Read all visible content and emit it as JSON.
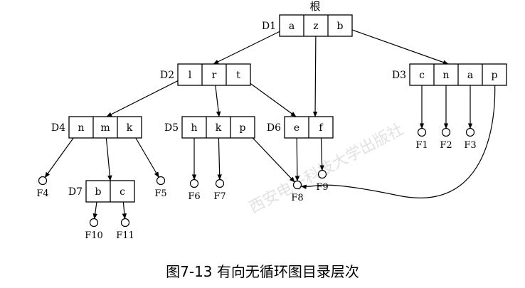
{
  "root_label": "根",
  "caption": "图7-13 有向无循环图目录层次",
  "watermark": "西安电子科技大学出版社",
  "directories": [
    {
      "id": "D1",
      "entries": [
        "a",
        "z",
        "b"
      ]
    },
    {
      "id": "D2",
      "entries": [
        "l",
        "r",
        "t"
      ]
    },
    {
      "id": "D3",
      "entries": [
        "c",
        "n",
        "a",
        "p"
      ]
    },
    {
      "id": "D4",
      "entries": [
        "n",
        "m",
        "k"
      ]
    },
    {
      "id": "D5",
      "entries": [
        "h",
        "k",
        "p"
      ]
    },
    {
      "id": "D6",
      "entries": [
        "e",
        "f"
      ]
    },
    {
      "id": "D7",
      "entries": [
        "b",
        "c"
      ]
    }
  ],
  "files": [
    "F1",
    "F2",
    "F3",
    "F4",
    "F5",
    "F6",
    "F7",
    "F8",
    "F9",
    "F10",
    "F11"
  ],
  "edges": [
    {
      "from": "D1.a",
      "to": "D2"
    },
    {
      "from": "D1.z",
      "to": "D6"
    },
    {
      "from": "D1.b",
      "to": "D3"
    },
    {
      "from": "D2.l",
      "to": "D4"
    },
    {
      "from": "D2.r",
      "to": "D5"
    },
    {
      "from": "D2.t",
      "to": "D6"
    },
    {
      "from": "D3.c",
      "to": "F1"
    },
    {
      "from": "D3.n",
      "to": "F2"
    },
    {
      "from": "D3.a",
      "to": "F3"
    },
    {
      "from": "D3.p",
      "to": "F8"
    },
    {
      "from": "D4.n",
      "to": "F4"
    },
    {
      "from": "D4.m",
      "to": "D7"
    },
    {
      "from": "D4.k",
      "to": "F5"
    },
    {
      "from": "D5.h",
      "to": "F6"
    },
    {
      "from": "D5.k",
      "to": "F7"
    },
    {
      "from": "D5.p",
      "to": "F8"
    },
    {
      "from": "D6.e",
      "to": "F8"
    },
    {
      "from": "D6.f",
      "to": "F9"
    },
    {
      "from": "D7.b",
      "to": "F10"
    },
    {
      "from": "D7.c",
      "to": "F11"
    }
  ]
}
